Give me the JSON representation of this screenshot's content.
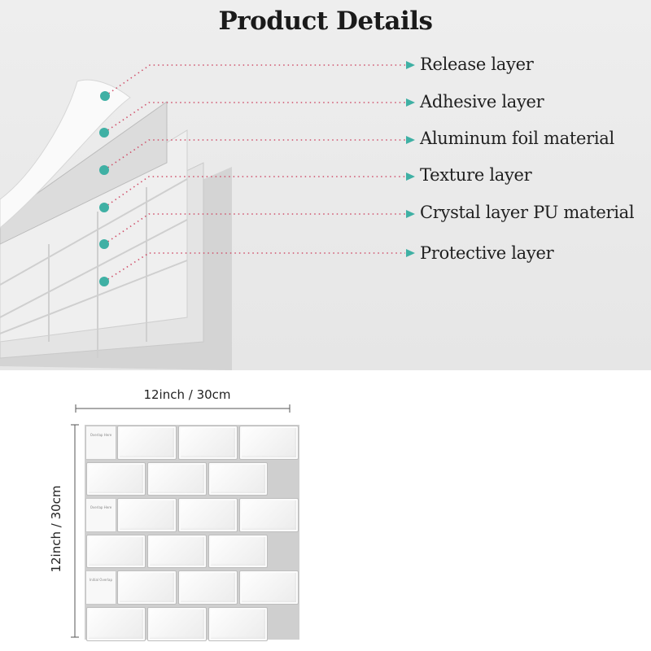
{
  "header": {
    "title": "Product Details"
  },
  "layers": [
    {
      "label": "Release layer"
    },
    {
      "label": "Adhesive layer"
    },
    {
      "label": "Aluminum foil material"
    },
    {
      "label": "Texture layer"
    },
    {
      "label": "Crystal layer PU material"
    },
    {
      "label": "Protective layer"
    }
  ],
  "dimensions": {
    "width_label": "12inch / 30cm",
    "height_label": "12inch / 30cm"
  },
  "overlap_marks": [
    "Overlap Here",
    "Overlap Here",
    "Initial Overlap"
  ],
  "colors": {
    "dot": "#3fb0a4",
    "leader_line": "#d0506a",
    "arrow": "#3fb0a4"
  }
}
